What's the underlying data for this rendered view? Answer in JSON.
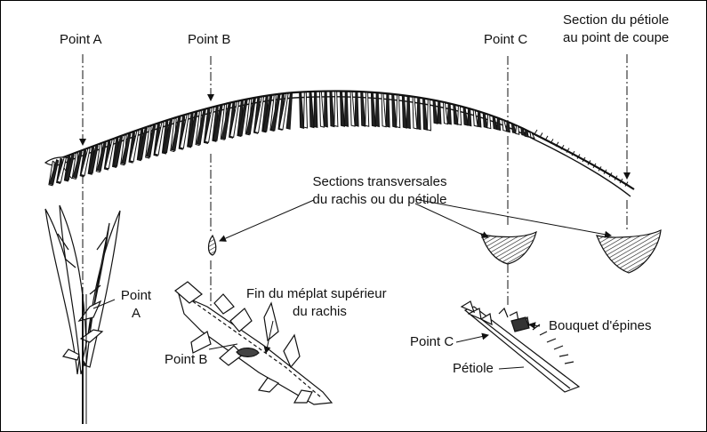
{
  "labels": {
    "point_a_top": "Point A",
    "point_b_top": "Point B",
    "point_c_top": "Point C",
    "section_cut_line1": "Section du pétiole",
    "section_cut_line2": "au point de coupe",
    "cross_sections_line1": "Sections transversales",
    "cross_sections_line2": "du rachis ou du pétiole",
    "point_a_detail_line1": "Point",
    "point_a_detail_line2": "A",
    "flat_top_line1": "Fin du méplat supérieur",
    "flat_top_line2": "du rachis",
    "point_b_detail": "Point B",
    "point_c_detail": "Point C",
    "spine_cluster": "Bouquet d'épines",
    "petiole": "Pétiole"
  },
  "colors": {
    "ink": "#111111",
    "background": "#ffffff"
  }
}
